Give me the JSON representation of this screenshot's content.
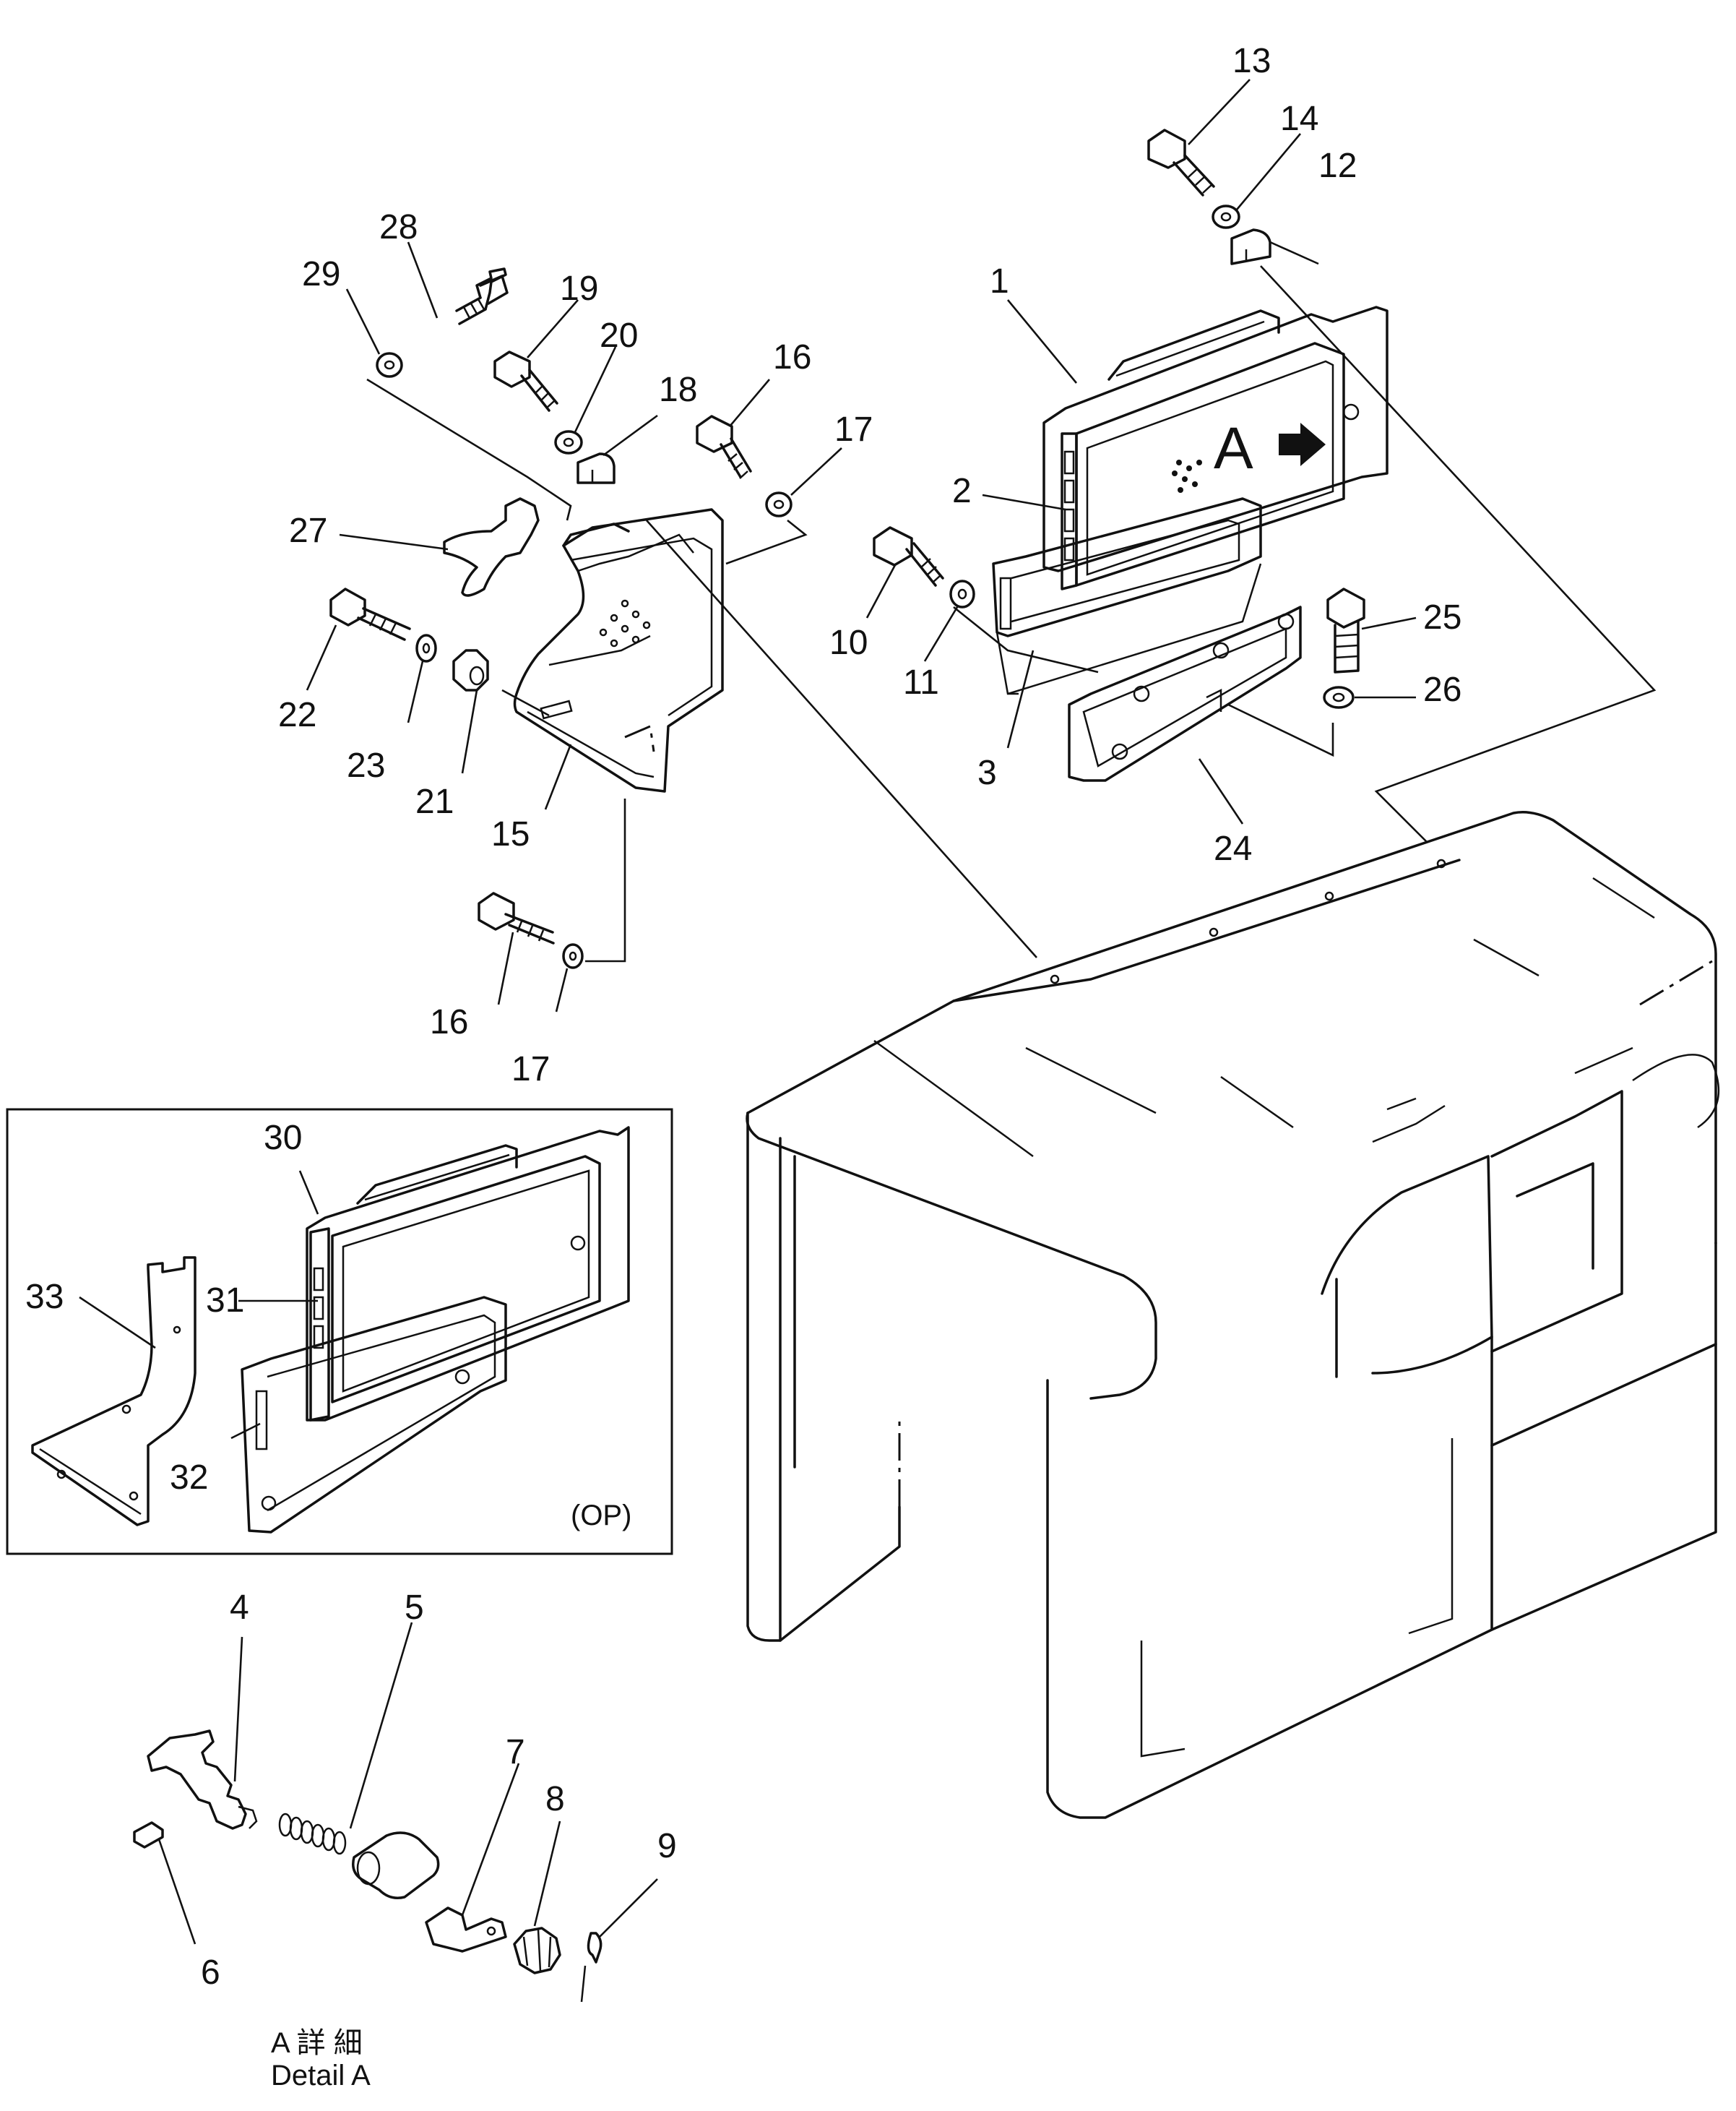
{
  "callouts": [
    {
      "id": "1",
      "text": "1"
    },
    {
      "id": "2",
      "text": "2"
    },
    {
      "id": "3",
      "text": "3"
    },
    {
      "id": "4",
      "text": "4"
    },
    {
      "id": "5",
      "text": "5"
    },
    {
      "id": "6",
      "text": "6"
    },
    {
      "id": "7",
      "text": "7"
    },
    {
      "id": "8",
      "text": "8"
    },
    {
      "id": "9",
      "text": "9"
    },
    {
      "id": "10",
      "text": "10"
    },
    {
      "id": "11",
      "text": "11"
    },
    {
      "id": "12",
      "text": "12"
    },
    {
      "id": "13",
      "text": "13"
    },
    {
      "id": "14",
      "text": "14"
    },
    {
      "id": "15",
      "text": "15"
    },
    {
      "id": "16a",
      "text": "16"
    },
    {
      "id": "16b",
      "text": "16"
    },
    {
      "id": "17a",
      "text": "17"
    },
    {
      "id": "17b",
      "text": "17"
    },
    {
      "id": "18",
      "text": "18"
    },
    {
      "id": "19",
      "text": "19"
    },
    {
      "id": "20",
      "text": "20"
    },
    {
      "id": "21",
      "text": "21"
    },
    {
      "id": "22",
      "text": "22"
    },
    {
      "id": "23",
      "text": "23"
    },
    {
      "id": "24",
      "text": "24"
    },
    {
      "id": "25",
      "text": "25"
    },
    {
      "id": "26",
      "text": "26"
    },
    {
      "id": "27",
      "text": "27"
    },
    {
      "id": "28",
      "text": "28"
    },
    {
      "id": "29",
      "text": "29"
    },
    {
      "id": "30",
      "text": "30"
    },
    {
      "id": "31",
      "text": "31"
    },
    {
      "id": "32",
      "text": "32"
    },
    {
      "id": "33",
      "text": "33"
    }
  ],
  "detail_marker": "A",
  "inset_note": "(OP)",
  "detail_caption_jp": "A 詳 細",
  "detail_caption_en": "Detail A"
}
